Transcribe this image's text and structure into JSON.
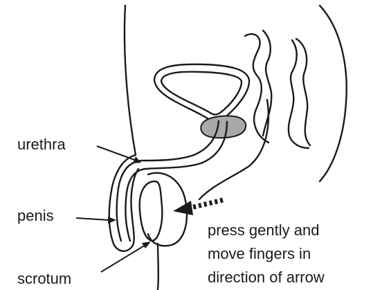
{
  "labels": {
    "urethra": "urethra",
    "penis": "penis",
    "scrotum": "scrotum"
  },
  "instruction": {
    "line1": "press gently and",
    "line2": "move fingers in",
    "line3": "direction of arrow"
  },
  "colors": {
    "line": "#1a1a1a",
    "gland_fill": "#a9a9a9",
    "background": "#ffffff"
  }
}
